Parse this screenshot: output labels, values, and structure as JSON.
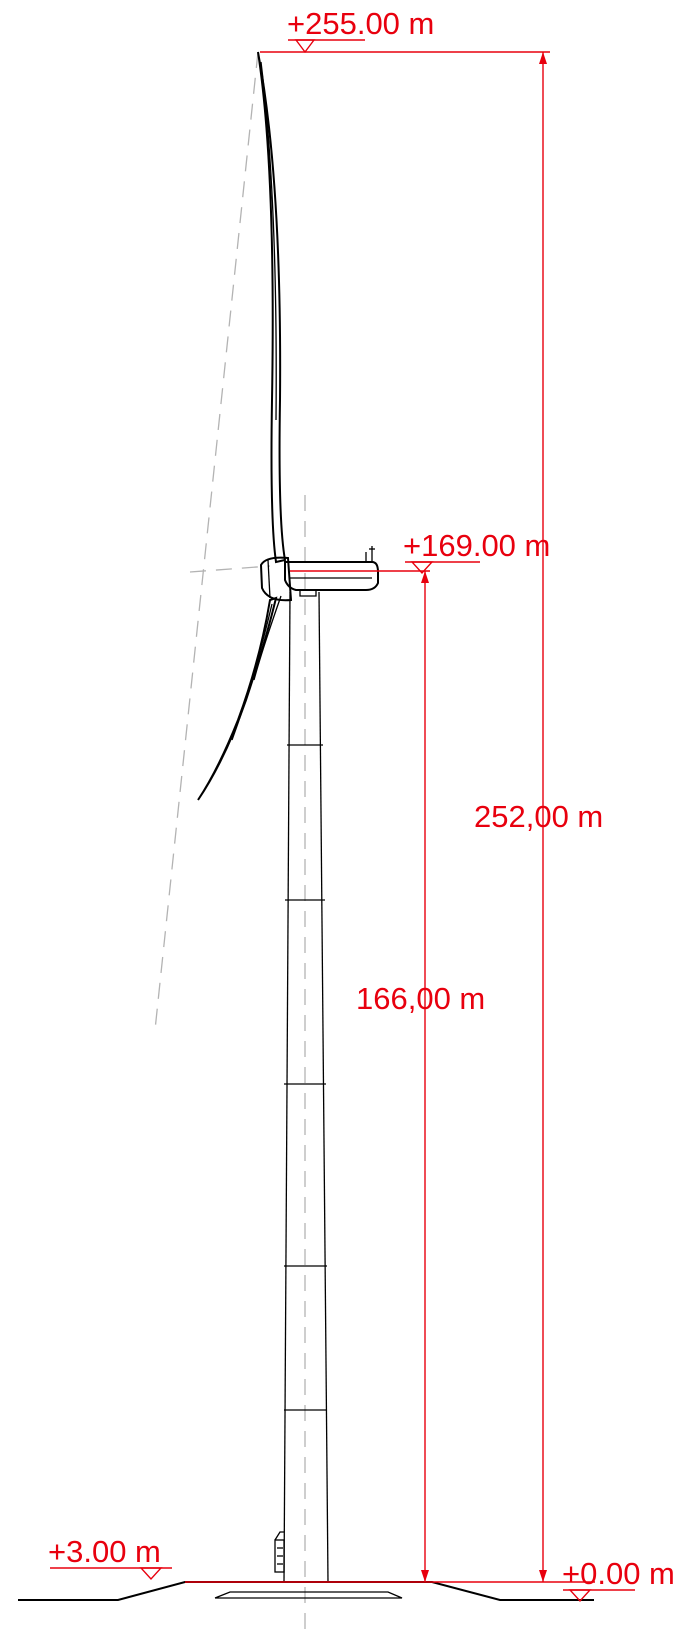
{
  "drawing": {
    "elevation_top": "+255.00 m",
    "elevation_hub": "+169.00 m",
    "elevation_ground_left": "+3.00 m",
    "elevation_ground_right": "+0.00 m",
    "dim_total_height": "252,00 m",
    "dim_hub_height": "166,00 m"
  },
  "colors": {
    "dimension": "#e8000e",
    "outline": "#000000",
    "construction": "#b3b3b3"
  }
}
